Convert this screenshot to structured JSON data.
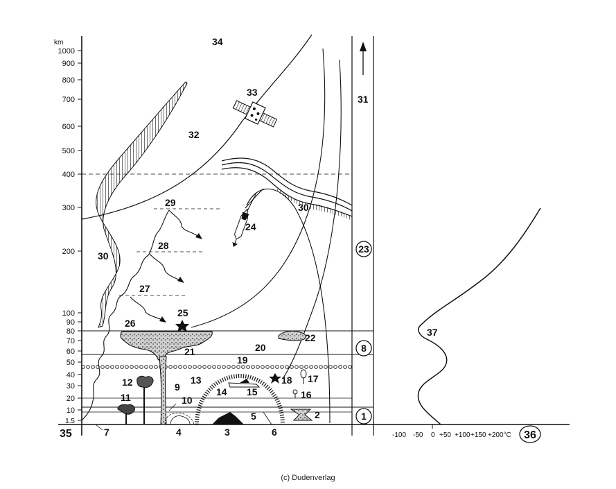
{
  "axis": {
    "unit": "km",
    "ticks": [
      "1000",
      "900",
      "800",
      "700",
      "600",
      "500",
      "400",
      "300",
      "200",
      "100",
      "90",
      "80",
      "70",
      "60",
      "50",
      "40",
      "30",
      "20",
      "10",
      "1.5"
    ]
  },
  "temperature_axis": {
    "ticks": [
      "-100",
      "-50",
      "0",
      "+50",
      "+100",
      "+150",
      "+200°C"
    ]
  },
  "labels": {
    "n1": "1",
    "n2": "2",
    "n3": "3",
    "n4": "4",
    "n5": "5",
    "n6": "6",
    "n7": "7",
    "n8": "8",
    "n9": "9",
    "n10": "10",
    "n11": "11",
    "n12": "12",
    "n13": "13",
    "n14": "14",
    "n15": "15",
    "n16": "16",
    "n17": "17",
    "n18": "18",
    "n19": "19",
    "n20": "20",
    "n21": "21",
    "n22": "22",
    "n23": "23",
    "n24": "24",
    "n25": "25",
    "n26": "26",
    "n27": "27",
    "n28": "28",
    "n29": "29",
    "n30a": "30",
    "n30b": "30",
    "n31": "31",
    "n32": "32",
    "n33": "33",
    "n34": "34",
    "n35": "35",
    "n36": "36",
    "n37": "37"
  },
  "credit": "(c) Dudenverlag"
}
